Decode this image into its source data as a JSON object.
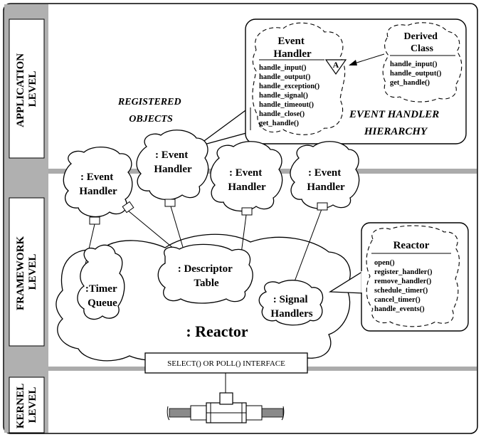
{
  "levels": {
    "application": [
      "APPLICATION",
      "LEVEL"
    ],
    "framework": [
      "FRAMEWORK",
      "LEVEL"
    ],
    "kernel": [
      "KERNEL",
      "LEVEL"
    ]
  },
  "registered_objects": [
    "REGISTERED",
    "OBJECTS"
  ],
  "hierarchy": {
    "event_handler": {
      "title": [
        "Event",
        "Handler"
      ],
      "abstract_mark": "A",
      "methods": [
        "handle_input()",
        "handle_output()",
        "handle_exception()",
        "handle_signal()",
        "handle_timeout()",
        "handle_close()",
        "get_handle()"
      ]
    },
    "derived_class": {
      "title": [
        "Derived",
        "Class"
      ],
      "methods": [
        "handle_input()",
        "handle_output()",
        "get_handle()"
      ]
    },
    "caption": [
      "EVENT HANDLER",
      "HIERARCHY"
    ]
  },
  "event_handlers": [
    [
      ": Event",
      "Handler"
    ],
    [
      ": Event",
      "Handler"
    ],
    [
      ": Event",
      "Handler"
    ],
    [
      ": Event",
      "Handler"
    ]
  ],
  "reactor_parts": {
    "timer_queue": [
      ":Timer",
      "Queue"
    ],
    "descriptor_table": [
      ": Descriptor",
      "Table"
    ],
    "signal_handlers": [
      ": Signal",
      "Handlers"
    ],
    "reactor_label": ": Reactor"
  },
  "reactor_class": {
    "title": "Reactor",
    "methods": [
      "open()",
      "register_handler()",
      "remove_handler()",
      "schedule_timer()",
      "cancel_timer()",
      "handle_events()"
    ]
  },
  "interface_label": "SELECT() OR POLL() INTERFACE"
}
